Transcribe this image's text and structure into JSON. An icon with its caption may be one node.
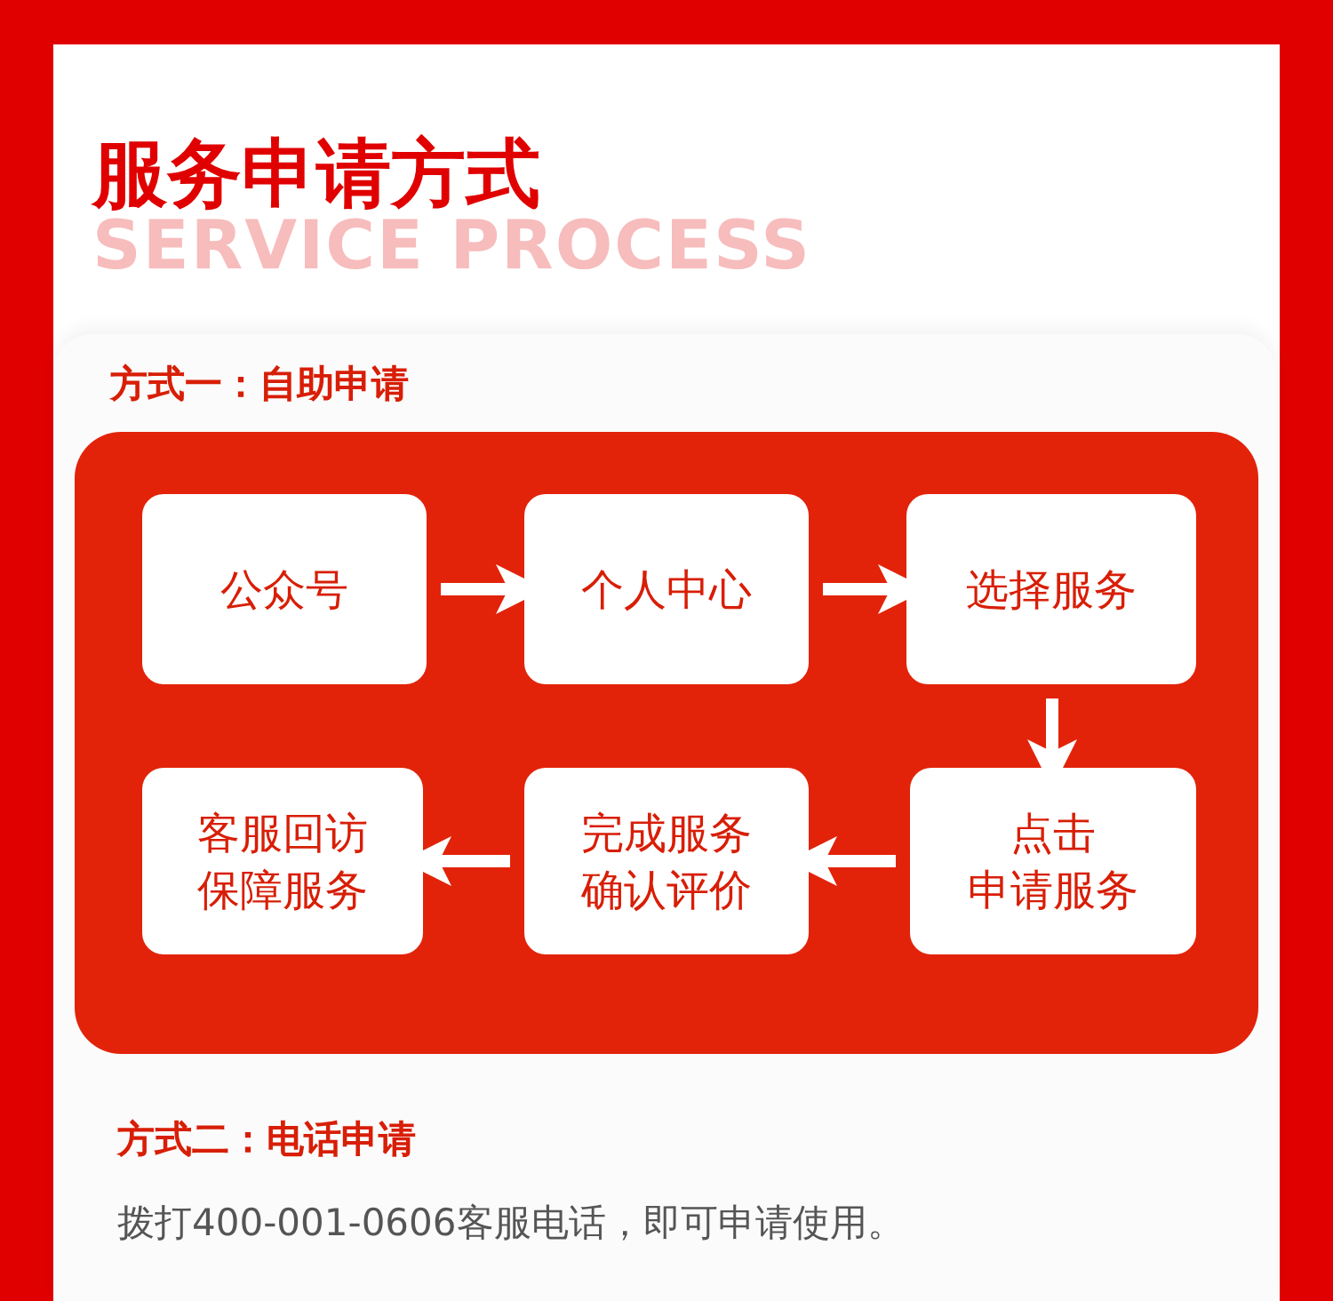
{
  "diagram": {
    "title": "服务申请方式",
    "nodes": [
      {
        "text": [
          "公众号"
        ]
      },
      {
        "text": [
          "个人中心"
        ]
      },
      {
        "text": [
          "选择服务"
        ]
      },
      {
        "text": [
          "客服回访保障服务"
        ]
      },
      {
        "text": [
          "完成服务确认评价"
        ]
      },
      {
        "text": [
          "点击申请服务"
        ]
      }
    ],
    "edges": [
      {
        "from": 0,
        "to": 1,
        "arrow": "to"
      },
      {
        "from": 1,
        "to": 2,
        "arrow": "to"
      },
      {
        "from": 2,
        "to": 5,
        "arrow": "to"
      },
      {
        "from": 5,
        "to": 4,
        "arrow": "to"
      },
      {
        "from": 4,
        "to": 3,
        "arrow": "to"
      }
    ],
    "labels": [
      "SERVICE PROCESS",
      "方式一：自助申请",
      "方式二：电话申请",
      "拨打400-001-0606客服电话，即可申请使用。"
    ]
  }
}
